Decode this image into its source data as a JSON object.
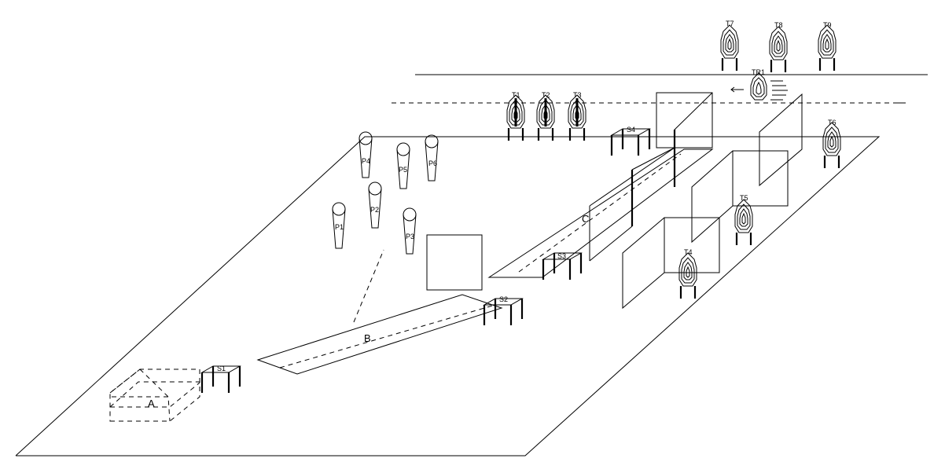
{
  "areas": {
    "a": "A",
    "b": "B",
    "c": "C"
  },
  "stations": {
    "s1": "S1",
    "s2": "S2",
    "s3": "S3",
    "s4": "S4"
  },
  "poppers": {
    "p1": "P1",
    "p2": "P2",
    "p3": "P3",
    "p4": "P4",
    "p5": "P5",
    "p6": "P6"
  },
  "targets": {
    "t1": "T1",
    "t2": "T2",
    "t3": "T3",
    "t4": "T4",
    "t5": "T5",
    "t6": "T6",
    "t7": "T7",
    "t8": "T8",
    "t9": "T9",
    "tr1": "TR1"
  }
}
